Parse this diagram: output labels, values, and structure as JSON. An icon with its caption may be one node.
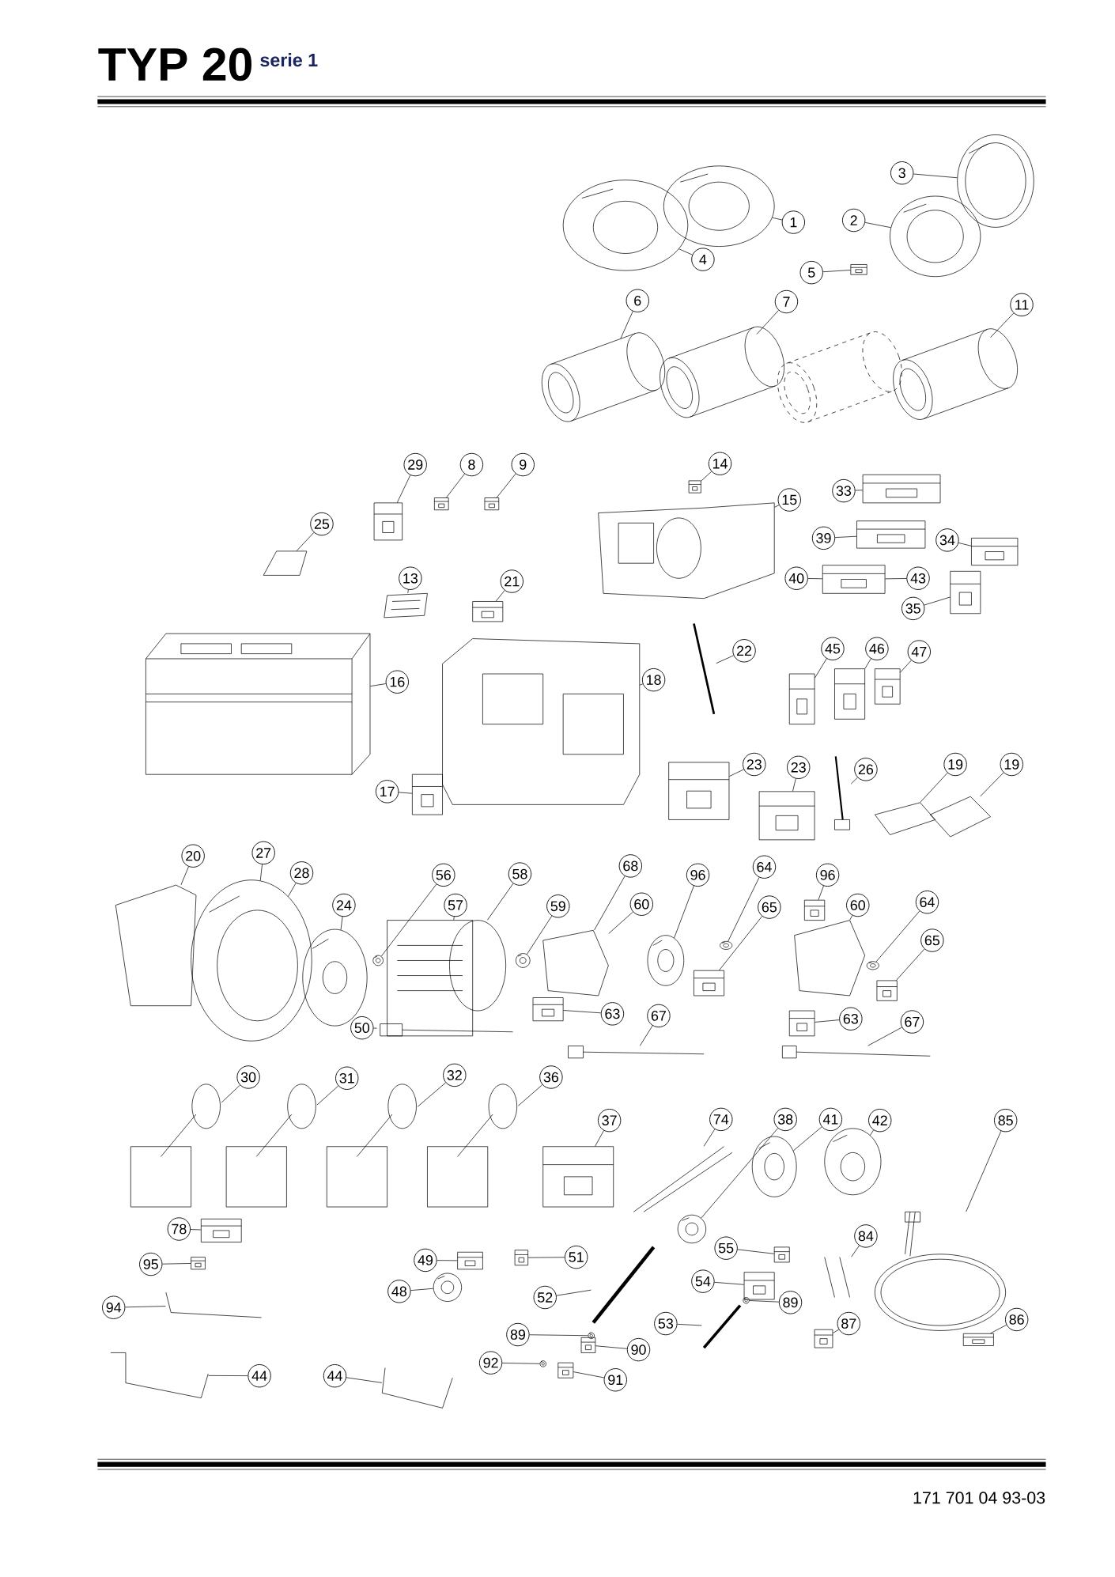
{
  "diagram": {
    "title": "TYP 20",
    "nodes": [
      {
        "text": [
          "1"
        ]
      },
      {
        "text": [
          "2"
        ]
      },
      {
        "text": [
          "3"
        ]
      },
      {
        "text": [
          "4"
        ]
      },
      {
        "text": [
          "5"
        ]
      },
      {
        "text": [
          "6"
        ]
      },
      {
        "text": [
          "7"
        ]
      },
      {
        "text": [
          "11"
        ]
      },
      {
        "text": [
          "29"
        ]
      },
      {
        "text": [
          "8"
        ]
      },
      {
        "text": [
          "9"
        ]
      },
      {
        "text": [
          "14"
        ]
      },
      {
        "text": [
          "15"
        ]
      },
      {
        "text": [
          "33"
        ]
      },
      {
        "text": [
          "39"
        ]
      },
      {
        "text": [
          "34"
        ]
      },
      {
        "text": [
          "40"
        ]
      },
      {
        "text": [
          "43"
        ]
      },
      {
        "text": [
          "35"
        ]
      },
      {
        "text": [
          "25"
        ]
      },
      {
        "text": [
          "13"
        ]
      },
      {
        "text": [
          "21"
        ]
      },
      {
        "text": [
          "22"
        ]
      },
      {
        "text": [
          "45"
        ]
      },
      {
        "text": [
          "46"
        ]
      },
      {
        "text": [
          "47"
        ]
      },
      {
        "text": [
          "16"
        ]
      },
      {
        "text": [
          "18"
        ]
      },
      {
        "text": [
          "17"
        ]
      },
      {
        "text": [
          "23"
        ]
      },
      {
        "text": [
          "23"
        ]
      },
      {
        "text": [
          "26"
        ]
      },
      {
        "text": [
          "19"
        ]
      },
      {
        "text": [
          "19"
        ]
      },
      {
        "text": [
          "20"
        ]
      },
      {
        "text": [
          "27"
        ]
      },
      {
        "text": [
          "28"
        ]
      },
      {
        "text": [
          "24"
        ]
      },
      {
        "text": [
          "56"
        ]
      },
      {
        "text": [
          "57"
        ]
      },
      {
        "text": [
          "58"
        ]
      },
      {
        "text": [
          "59"
        ]
      },
      {
        "text": [
          "68"
        ]
      },
      {
        "text": [
          "60"
        ]
      },
      {
        "text": [
          "96"
        ]
      },
      {
        "text": [
          "64"
        ]
      },
      {
        "text": [
          "65"
        ]
      },
      {
        "text": [
          "96"
        ]
      },
      {
        "text": [
          "60"
        ]
      },
      {
        "text": [
          "64"
        ]
      },
      {
        "text": [
          "65"
        ]
      },
      {
        "text": [
          "63"
        ]
      },
      {
        "text": [
          "67"
        ]
      },
      {
        "text": [
          "50"
        ]
      },
      {
        "text": [
          "63"
        ]
      },
      {
        "text": [
          "67"
        ]
      },
      {
        "text": [
          "30"
        ]
      },
      {
        "text": [
          "31"
        ]
      },
      {
        "text": [
          "32"
        ]
      },
      {
        "text": [
          "36"
        ]
      },
      {
        "text": [
          "37"
        ]
      },
      {
        "text": [
          "74"
        ]
      },
      {
        "text": [
          "38"
        ]
      },
      {
        "text": [
          "41"
        ]
      },
      {
        "text": [
          "42"
        ]
      },
      {
        "text": [
          "85"
        ]
      },
      {
        "text": [
          "78"
        ]
      },
      {
        "text": [
          "95"
        ]
      },
      {
        "text": [
          "94"
        ]
      },
      {
        "text": [
          "44"
        ]
      },
      {
        "text": [
          "44"
        ]
      },
      {
        "text": [
          "49"
        ]
      },
      {
        "text": [
          "48"
        ]
      },
      {
        "text": [
          "51"
        ]
      },
      {
        "text": [
          "52"
        ]
      },
      {
        "text": [
          "55"
        ]
      },
      {
        "text": [
          "54"
        ]
      },
      {
        "text": [
          "84"
        ]
      },
      {
        "text": [
          "89"
        ]
      },
      {
        "text": [
          "53"
        ]
      },
      {
        "text": [
          "89"
        ]
      },
      {
        "text": [
          "90"
        ]
      },
      {
        "text": [
          "92"
        ]
      },
      {
        "text": [
          "91"
        ]
      },
      {
        "text": [
          "87"
        ]
      },
      {
        "text": [
          "86"
        ]
      },
      {
        "text": [],
        "shape": "picture"
      },
      {
        "text": [],
        "shape": "picture"
      },
      {
        "text": [],
        "shape": "picture"
      },
      {
        "text": [],
        "shape": "picture"
      },
      {
        "text": [],
        "shape": "picture"
      },
      {
        "text": [],
        "shape": "picture"
      },
      {
        "text": [],
        "shape": "picture"
      },
      {
        "text": [],
        "shape": "picture"
      },
      {
        "text": [],
        "shape": "picture"
      },
      {
        "text": [],
        "shape": "picture"
      },
      {
        "text": [],
        "shape": "picture"
      },
      {
        "text": [],
        "shape": "picture"
      },
      {
        "text": [],
        "shape": "picture"
      },
      {
        "text": [],
        "shape": "picture"
      },
      {
        "text": [],
        "shape": "picture"
      },
      {
        "text": [],
        "shape": "picture"
      },
      {
        "text": [],
        "shape": "picture"
      },
      {
        "text": [],
        "shape": "picture"
      },
      {
        "text": [],
        "shape": "picture"
      },
      {
        "text": [],
        "shape": "picture"
      },
      {
        "text": [],
        "shape": "picture"
      },
      {
        "text": [],
        "shape": "picture"
      },
      {
        "text": [],
        "shape": "picture"
      },
      {
        "text": [],
        "shape": "picture"
      },
      {
        "text": [],
        "shape": "picture"
      },
      {
        "text": [],
        "shape": "picture"
      },
      {
        "text": [],
        "shape": "picture"
      },
      {
        "text": [],
        "shape": "picture"
      },
      {
        "text": [],
        "shape": "picture"
      },
      {
        "text": [],
        "shape": "picture"
      },
      {
        "text": [],
        "shape": "picture"
      },
      {
        "text": [],
        "shape": "picture"
      },
      {
        "text": [],
        "shape": "picture"
      },
      {
        "text": [],
        "shape": "picture"
      },
      {
        "text": [],
        "shape": "picture"
      },
      {
        "text": [],
        "shape": "picture"
      },
      {
        "text": [],
        "shape": "picture"
      },
      {
        "text": [],
        "shape": "picture"
      },
      {
        "text": [],
        "shape": "picture"
      },
      {
        "text": [],
        "shape": "picture"
      },
      {
        "text": [],
        "shape": "picture"
      },
      {
        "text": [],
        "shape": "picture"
      },
      {
        "text": [],
        "shape": "picture"
      },
      {
        "text": [],
        "shape": "picture"
      },
      {
        "text": [],
        "shape": "picture"
      },
      {
        "text": [],
        "shape": "picture"
      },
      {
        "text": [],
        "shape": "picture"
      },
      {
        "text": [],
        "shape": "picture"
      },
      {
        "text": [],
        "shape": "picture"
      },
      {
        "text": [],
        "shape": "picture"
      },
      {
        "text": [],
        "shape": "picture"
      },
      {
        "text": [],
        "shape": "picture"
      },
      {
        "text": [],
        "shape": "picture"
      },
      {
        "text": [],
        "shape": "picture"
      },
      {
        "text": [],
        "shape": "picture"
      },
      {
        "text": [],
        "shape": "picture"
      },
      {
        "text": [],
        "shape": "picture"
      },
      {
        "text": [],
        "shape": "picture"
      },
      {
        "text": [],
        "shape": "picture"
      },
      {
        "text": [],
        "shape": "picture"
      },
      {
        "text": [],
        "shape": "picture"
      },
      {
        "text": [],
        "shape": "picture"
      },
      {
        "text": [],
        "shape": "picture"
      },
      {
        "text": [],
        "shape": "picture"
      },
      {
        "text": [],
        "shape": "picture"
      },
      {
        "text": [],
        "shape": "picture"
      },
      {
        "text": [],
        "shape": "picture"
      },
      {
        "text": [],
        "shape": "picture"
      },
      {
        "text": [],
        "shape": "picture"
      },
      {
        "text": [],
        "shape": "picture"
      },
      {
        "text": [],
        "shape": "picture"
      },
      {
        "text": [],
        "shape": "picture"
      },
      {
        "text": [],
        "shape": "picture"
      },
      {
        "text": [],
        "shape": "picture"
      },
      {
        "text": [],
        "shape": "picture"
      },
      {
        "text": [],
        "shape": "picture"
      },
      {
        "text": [],
        "shape": "picture"
      },
      {
        "text": [],
        "shape": "picture"
      },
      {
        "text": [],
        "shape": "picture"
      },
      {
        "text": [],
        "shape": "picture"
      },
      {
        "text": [],
        "shape": "picture"
      },
      {
        "text": [],
        "shape": "picture"
      }
    ],
    "edges": [
      {
        "from": 0,
        "to": 86,
        "arrow": "none"
      },
      {
        "from": 1,
        "to": 87,
        "arrow": "none"
      },
      {
        "from": 2,
        "to": 88,
        "arrow": "none"
      },
      {
        "from": 3,
        "to": 89,
        "arrow": "none"
      },
      {
        "from": 4,
        "to": 90,
        "arrow": "none"
      },
      {
        "from": 5,
        "to": 91,
        "arrow": "none"
      },
      {
        "from": 6,
        "to": 92,
        "arrow": "none"
      },
      {
        "from": 7,
        "to": 93,
        "arrow": "none"
      },
      {
        "from": 8,
        "to": 94,
        "arrow": "none"
      },
      {
        "from": 9,
        "to": 95,
        "arrow": "none"
      },
      {
        "from": 10,
        "to": 96,
        "arrow": "none"
      },
      {
        "from": 11,
        "to": 97,
        "arrow": "none"
      },
      {
        "from": 12,
        "to": 98,
        "arrow": "none"
      },
      {
        "from": 13,
        "to": 99,
        "arrow": "none"
      },
      {
        "from": 14,
        "to": 100,
        "arrow": "none"
      },
      {
        "from": 15,
        "to": 101,
        "arrow": "none"
      },
      {
        "from": 16,
        "to": 102,
        "arrow": "none"
      },
      {
        "from": 17,
        "to": 102,
        "arrow": "none"
      },
      {
        "from": 18,
        "to": 103,
        "arrow": "none"
      },
      {
        "from": 19,
        "to": 104,
        "arrow": "none"
      },
      {
        "from": 20,
        "to": 105,
        "arrow": "none"
      },
      {
        "from": 21,
        "to": 106,
        "arrow": "none"
      },
      {
        "from": 22,
        "to": 107,
        "arrow": "none"
      },
      {
        "from": 23,
        "to": 108,
        "arrow": "none"
      },
      {
        "from": 24,
        "to": 109,
        "arrow": "none"
      },
      {
        "from": 25,
        "to": 110,
        "arrow": "none"
      },
      {
        "from": 26,
        "to": 111,
        "arrow": "none"
      },
      {
        "from": 27,
        "to": 112,
        "arrow": "none"
      },
      {
        "from": 28,
        "to": 113,
        "arrow": "none"
      },
      {
        "from": 29,
        "to": 114,
        "arrow": "none"
      },
      {
        "from": 30,
        "to": 115,
        "arrow": "none"
      },
      {
        "from": 31,
        "to": 116,
        "arrow": "none"
      },
      {
        "from": 32,
        "to": 117,
        "arrow": "none"
      },
      {
        "from": 33,
        "to": 118,
        "arrow": "none"
      },
      {
        "from": 34,
        "to": 119,
        "arrow": "none"
      },
      {
        "from": 35,
        "to": 120,
        "arrow": "none"
      },
      {
        "from": 36,
        "to": 120,
        "arrow": "none"
      },
      {
        "from": 37,
        "to": 121,
        "arrow": "none"
      },
      {
        "from": 38,
        "to": 122,
        "arrow": "none"
      },
      {
        "from": 39,
        "to": 123,
        "arrow": "none"
      },
      {
        "from": 40,
        "to": 123,
        "arrow": "none"
      },
      {
        "from": 41,
        "to": 124,
        "arrow": "none"
      },
      {
        "from": 42,
        "to": 125,
        "arrow": "none"
      },
      {
        "from": 43,
        "to": 125,
        "arrow": "none"
      },
      {
        "from": 44,
        "to": 126,
        "arrow": "none"
      },
      {
        "from": 45,
        "to": 127,
        "arrow": "none"
      },
      {
        "from": 46,
        "to": 128,
        "arrow": "none"
      },
      {
        "from": 47,
        "to": 129,
        "arrow": "none"
      },
      {
        "from": 48,
        "to": 130,
        "arrow": "none"
      },
      {
        "from": 49,
        "to": 131,
        "arrow": "none"
      },
      {
        "from": 50,
        "to": 132,
        "arrow": "none"
      },
      {
        "from": 51,
        "to": 133,
        "arrow": "none"
      },
      {
        "from": 52,
        "to": 134,
        "arrow": "none"
      },
      {
        "from": 53,
        "to": 135,
        "arrow": "none"
      },
      {
        "from": 54,
        "to": 136,
        "arrow": "none"
      },
      {
        "from": 55,
        "to": 137,
        "arrow": "none"
      },
      {
        "from": 56,
        "to": 138,
        "arrow": "none"
      },
      {
        "from": 57,
        "to": 139,
        "arrow": "none"
      },
      {
        "from": 58,
        "to": 140,
        "arrow": "none"
      },
      {
        "from": 59,
        "to": 141,
        "arrow": "none"
      },
      {
        "from": 60,
        "to": 142,
        "arrow": "none"
      },
      {
        "from": 61,
        "to": 143,
        "arrow": "none"
      },
      {
        "from": 62,
        "to": 144,
        "arrow": "none"
      },
      {
        "from": 63,
        "to": 145,
        "arrow": "none"
      },
      {
        "from": 64,
        "to": 146,
        "arrow": "none"
      },
      {
        "from": 65,
        "to": 147,
        "arrow": "none"
      },
      {
        "from": 66,
        "to": 148,
        "arrow": "none"
      },
      {
        "from": 67,
        "to": 149,
        "arrow": "none"
      },
      {
        "from": 68,
        "to": 150,
        "arrow": "none"
      },
      {
        "from": 69,
        "to": 151,
        "arrow": "none"
      },
      {
        "from": 70,
        "to": 152,
        "arrow": "none"
      },
      {
        "from": 71,
        "to": 153,
        "arrow": "none"
      },
      {
        "from": 72,
        "to": 154,
        "arrow": "none"
      },
      {
        "from": 73,
        "to": 155,
        "arrow": "none"
      },
      {
        "from": 74,
        "to": 156,
        "arrow": "none"
      },
      {
        "from": 75,
        "to": 157,
        "arrow": "none"
      },
      {
        "from": 76,
        "to": 158,
        "arrow": "none"
      },
      {
        "from": 77,
        "to": 159,
        "arrow": "none"
      },
      {
        "from": 78,
        "to": 160,
        "arrow": "none"
      },
      {
        "from": 79,
        "to": 161,
        "arrow": "none"
      },
      {
        "from": 80,
        "to": 162,
        "arrow": "none"
      },
      {
        "from": 81,
        "to": 163,
        "arrow": "none"
      },
      {
        "from": 82,
        "to": 164,
        "arrow": "none"
      },
      {
        "from": 83,
        "to": 165,
        "arrow": "none"
      },
      {
        "from": 84,
        "to": 166,
        "arrow": "none"
      },
      {
        "from": 85,
        "to": 167,
        "arrow": "none"
      }
    ],
    "labels": [
      "serie 1",
      "171 701 04 93-03"
    ]
  }
}
